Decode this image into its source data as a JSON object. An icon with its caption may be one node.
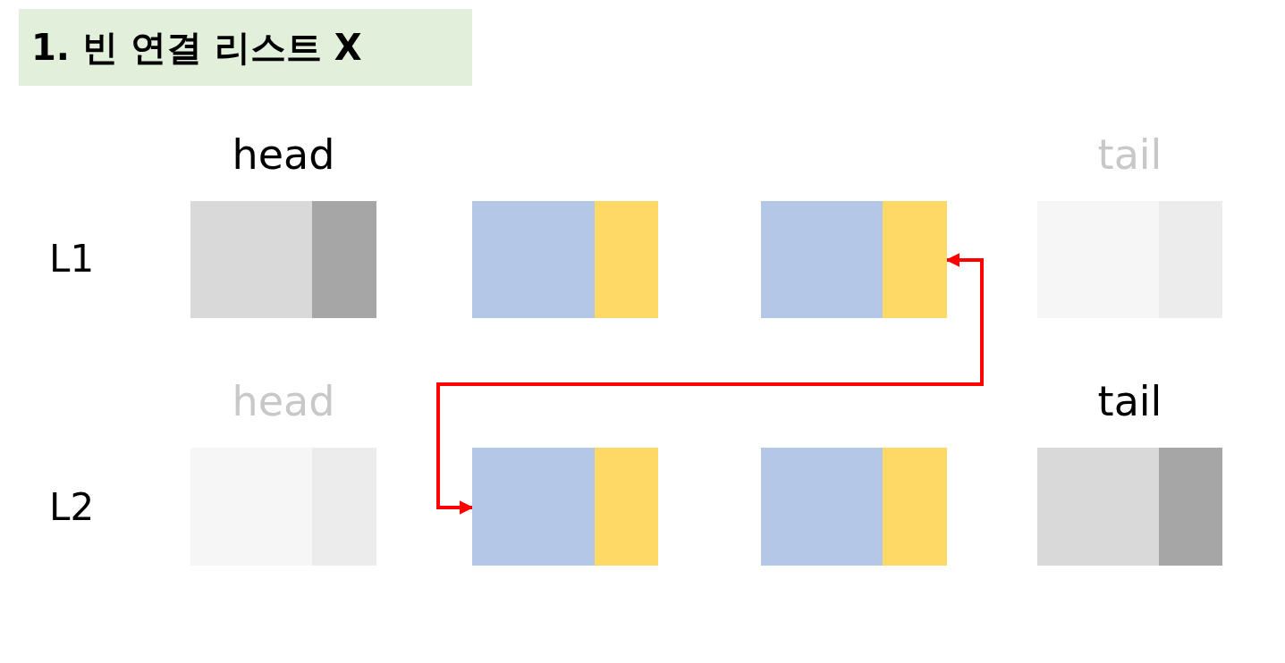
{
  "diagram": {
    "title": "1. 빈 연결 리스트 X",
    "nodes": [
      {
        "text": [],
        "shape": "box",
        "beside": [
          "head"
        ]
      },
      {
        "text": [],
        "shape": "box"
      },
      {
        "text": [],
        "shape": "box"
      },
      {
        "text": [],
        "shape": "box",
        "beside": [
          "tail"
        ]
      },
      {
        "text": [],
        "shape": "box",
        "beside": [
          "head"
        ]
      },
      {
        "text": [],
        "shape": "box"
      },
      {
        "text": [],
        "shape": "box"
      },
      {
        "text": [],
        "shape": "box",
        "beside": [
          "tail"
        ]
      }
    ],
    "edges": [
      {
        "from": 2,
        "to": 5,
        "arrow": "both",
        "color": "#ff0000"
      }
    ],
    "labels": [
      "L1",
      "L2"
    ]
  }
}
